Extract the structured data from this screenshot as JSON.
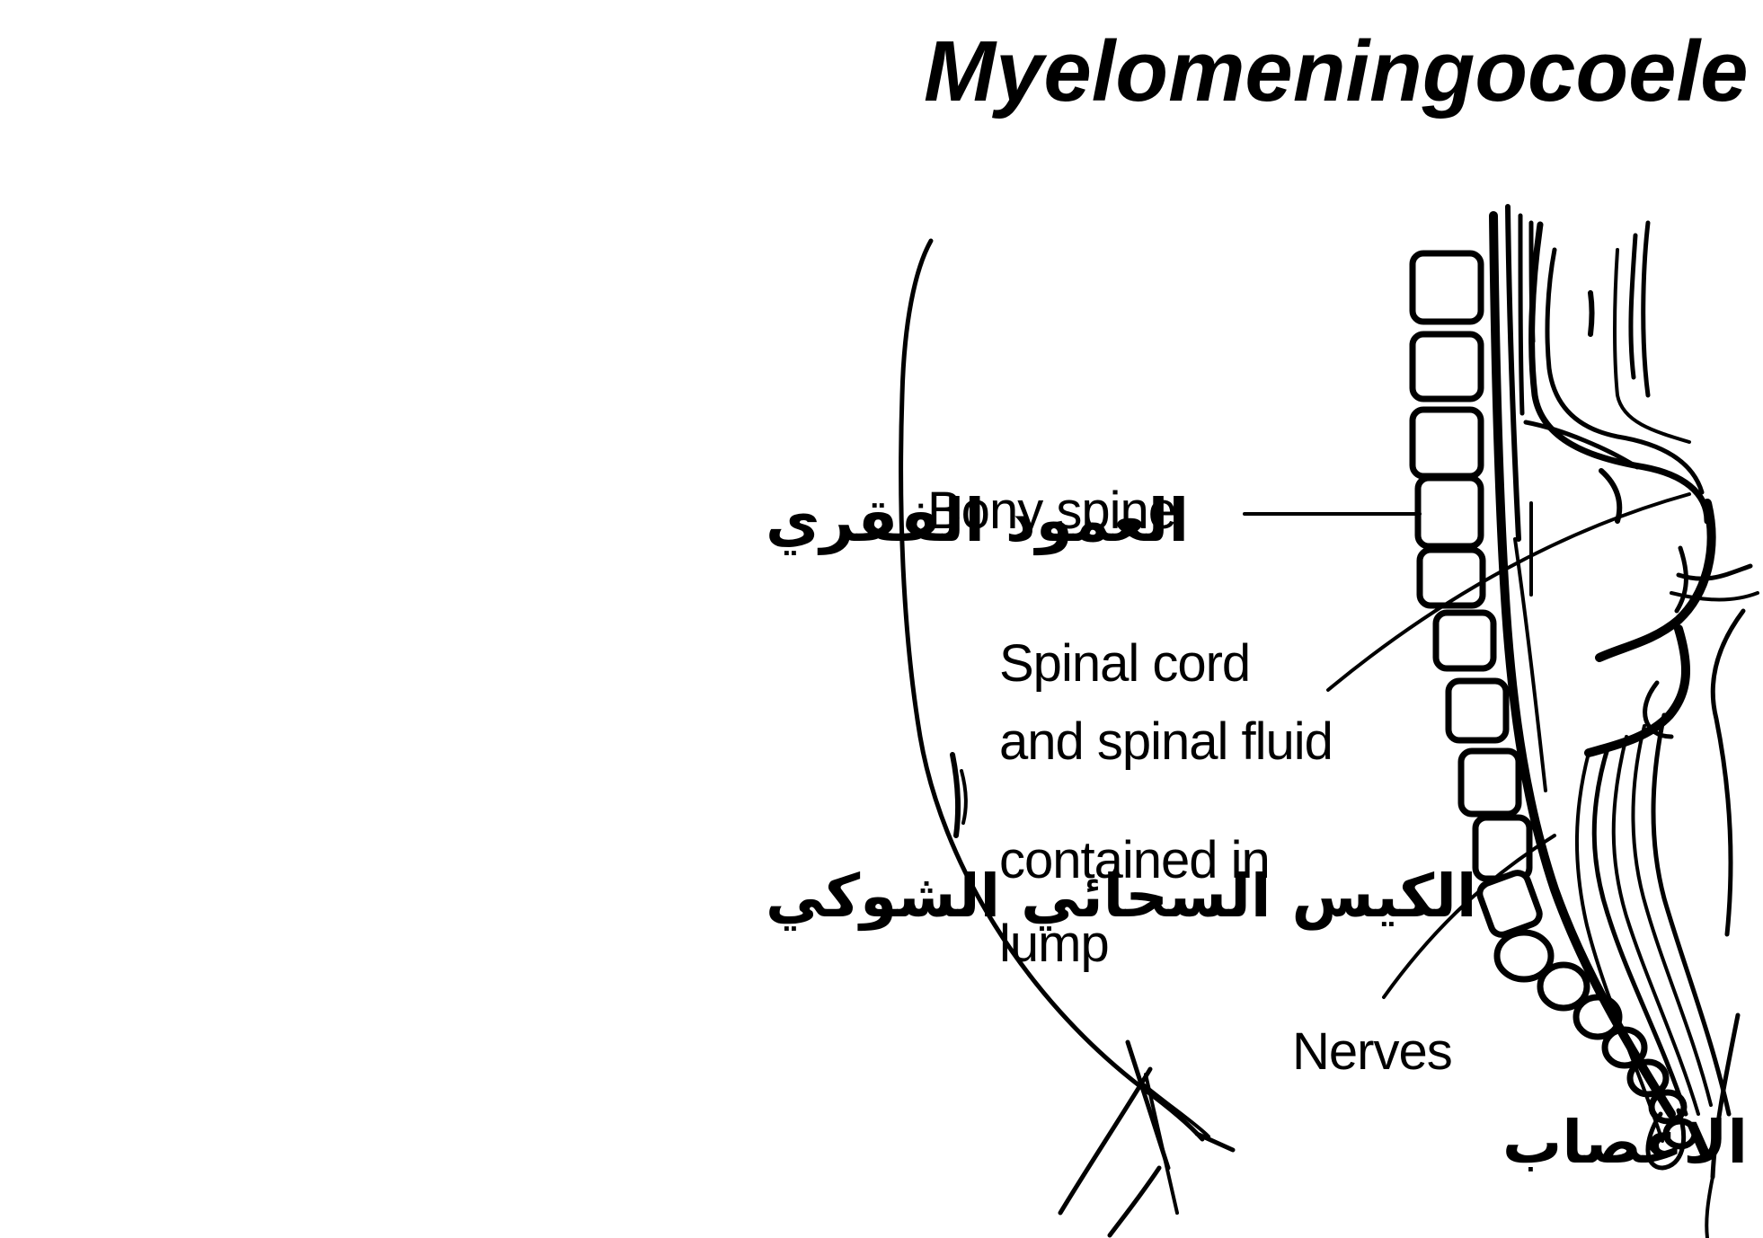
{
  "title": "Myelomeningocoele",
  "labels": {
    "bony_spine": "Bony spine",
    "spinal_cord_lines": [
      "Spinal cord",
      "and spinal fluid",
      "contained in",
      "lump"
    ],
    "nerves": "Nerves",
    "nerves_arabic": "الاعصاب"
  },
  "arabic_labels": {
    "vertebral_column": "العمود الفقري",
    "meningeal_sac": "الكيس السحائي الشوكي"
  },
  "colors": {
    "ink": "#000000",
    "background": "#ffffff"
  }
}
